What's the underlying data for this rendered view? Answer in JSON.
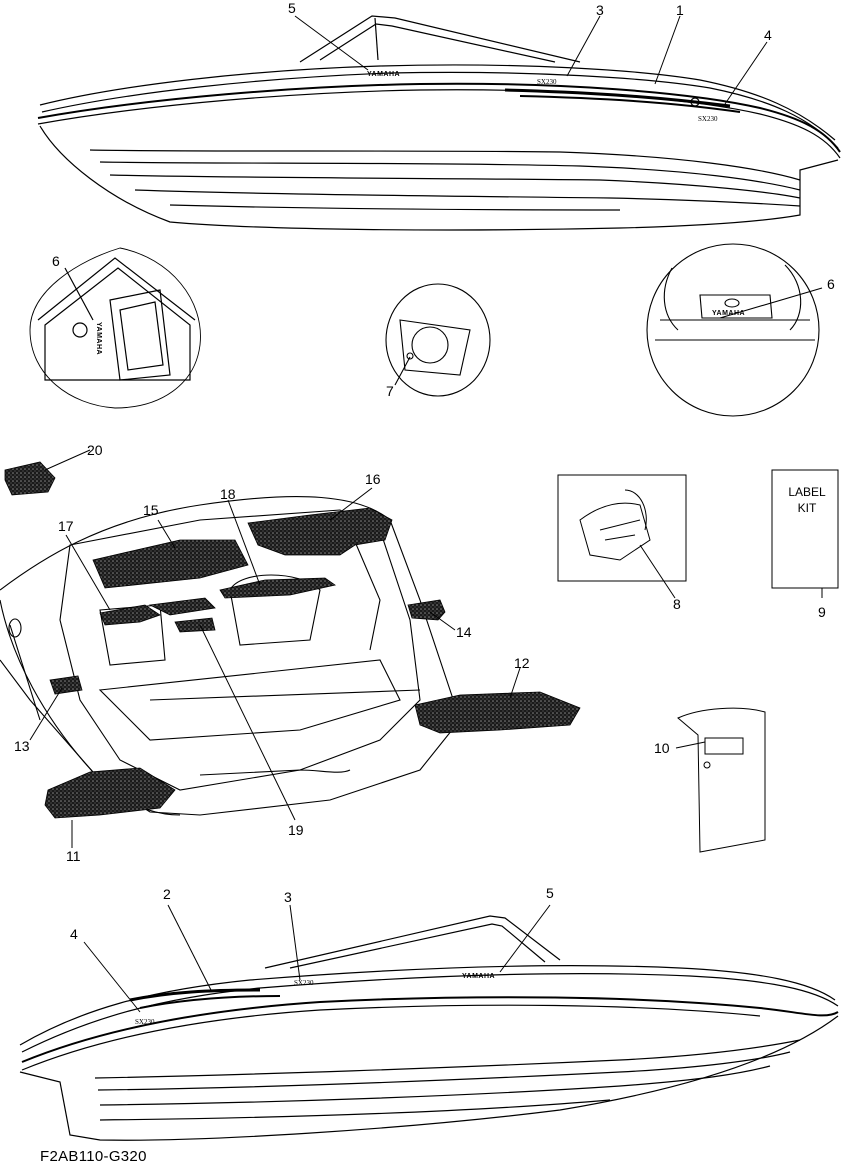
{
  "callouts": [
    {
      "id": "c1",
      "label": "1"
    },
    {
      "id": "c2",
      "label": "2"
    },
    {
      "id": "c3a",
      "label": "3"
    },
    {
      "id": "c3b",
      "label": "3"
    },
    {
      "id": "c4a",
      "label": "4"
    },
    {
      "id": "c4b",
      "label": "4"
    },
    {
      "id": "c5a",
      "label": "5"
    },
    {
      "id": "c5b",
      "label": "5"
    },
    {
      "id": "c6a",
      "label": "6"
    },
    {
      "id": "c6b",
      "label": "6"
    },
    {
      "id": "c7",
      "label": "7"
    },
    {
      "id": "c8",
      "label": "8"
    },
    {
      "id": "c9",
      "label": "9"
    },
    {
      "id": "c10",
      "label": "10"
    },
    {
      "id": "c11",
      "label": "11"
    },
    {
      "id": "c12",
      "label": "12"
    },
    {
      "id": "c13",
      "label": "13"
    },
    {
      "id": "c14",
      "label": "14"
    },
    {
      "id": "c15",
      "label": "15"
    },
    {
      "id": "c16",
      "label": "16"
    },
    {
      "id": "c17",
      "label": "17"
    },
    {
      "id": "c18",
      "label": "18"
    },
    {
      "id": "c19",
      "label": "19"
    },
    {
      "id": "c20",
      "label": "20"
    }
  ],
  "label_kit_text": "LABEL\nKIT",
  "brand_decal": "YAMAHA",
  "model_decal": "SX230",
  "drawing_code": "F2AB110-G320"
}
